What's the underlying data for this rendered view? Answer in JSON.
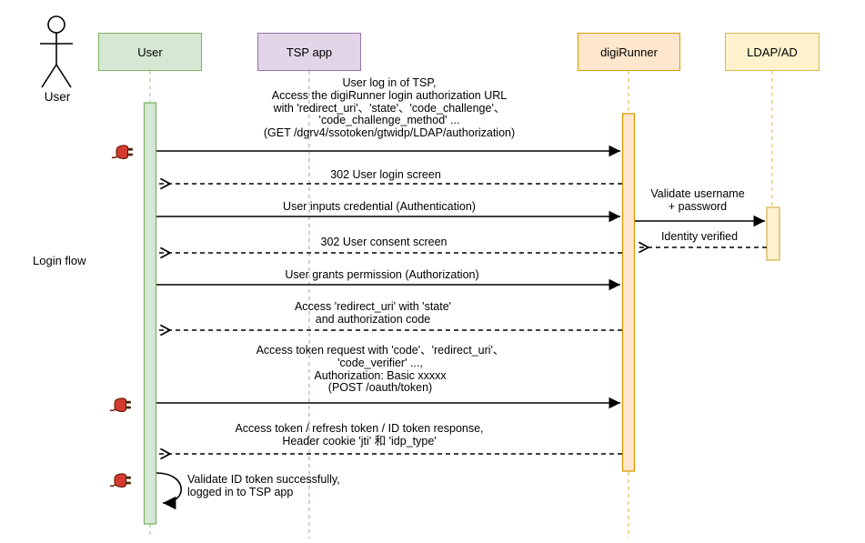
{
  "diagram_title": "Login flow",
  "actor": {
    "label": "User"
  },
  "participants": [
    {
      "label": "User",
      "fill": "#d5e8d4",
      "border": "#82b366"
    },
    {
      "label": "TSP app",
      "fill": "#e1d5e7",
      "border": "#9673a6"
    },
    {
      "label": "digiRunner",
      "fill": "#ffe6cc",
      "border": "#d79b00"
    },
    {
      "label": "LDAP/AD",
      "fill": "#fff2cc",
      "border": "#d6b656"
    }
  ],
  "messages": [
    {
      "from": "User",
      "to": "digiRunner",
      "type": "solid",
      "label": "User log in of TSP,\nAccess the digiRunner login authorization URL\nwith 'redirect_uri'、'state'、'code_challenge'、\n'code_challenge_method' ...\n(GET /dgrv4/ssotoken/gtwidp/LDAP/authorization)"
    },
    {
      "from": "digiRunner",
      "to": "User",
      "type": "dashed",
      "label": "302 User login screen"
    },
    {
      "from": "User",
      "to": "digiRunner",
      "type": "solid",
      "label": "User inputs credential (Authentication)"
    },
    {
      "from": "digiRunner",
      "to": "LDAP/AD",
      "type": "solid",
      "label": "Validate username\n+ password"
    },
    {
      "from": "LDAP/AD",
      "to": "digiRunner",
      "type": "dashed",
      "label": "Identity verified"
    },
    {
      "from": "digiRunner",
      "to": "User",
      "type": "dashed",
      "label": "302 User consent screen"
    },
    {
      "from": "User",
      "to": "digiRunner",
      "type": "solid",
      "label": "User grants permission (Authorization)"
    },
    {
      "from": "digiRunner",
      "to": "User",
      "type": "dashed",
      "label": "Access 'redirect_uri' with 'state'\nand authorization code"
    },
    {
      "from": "User",
      "to": "digiRunner",
      "type": "solid",
      "label": "Access token request with 'code'、'redirect_uri'、\n'code_verifier' ...,\nAuthorization: Basic xxxxx\n(POST /oauth/token)"
    },
    {
      "from": "digiRunner",
      "to": "User",
      "type": "dashed",
      "label": "Access token / refresh token / ID token response,\nHeader cookie 'jti' 和 'idp_type'"
    },
    {
      "from": "User",
      "to": "User",
      "type": "self",
      "label": "Validate ID token successfully,\nlogged in to TSP app"
    }
  ],
  "icons": {
    "plug": {
      "name": "plug-icon",
      "color": "#d23b2e",
      "count": 3
    }
  }
}
